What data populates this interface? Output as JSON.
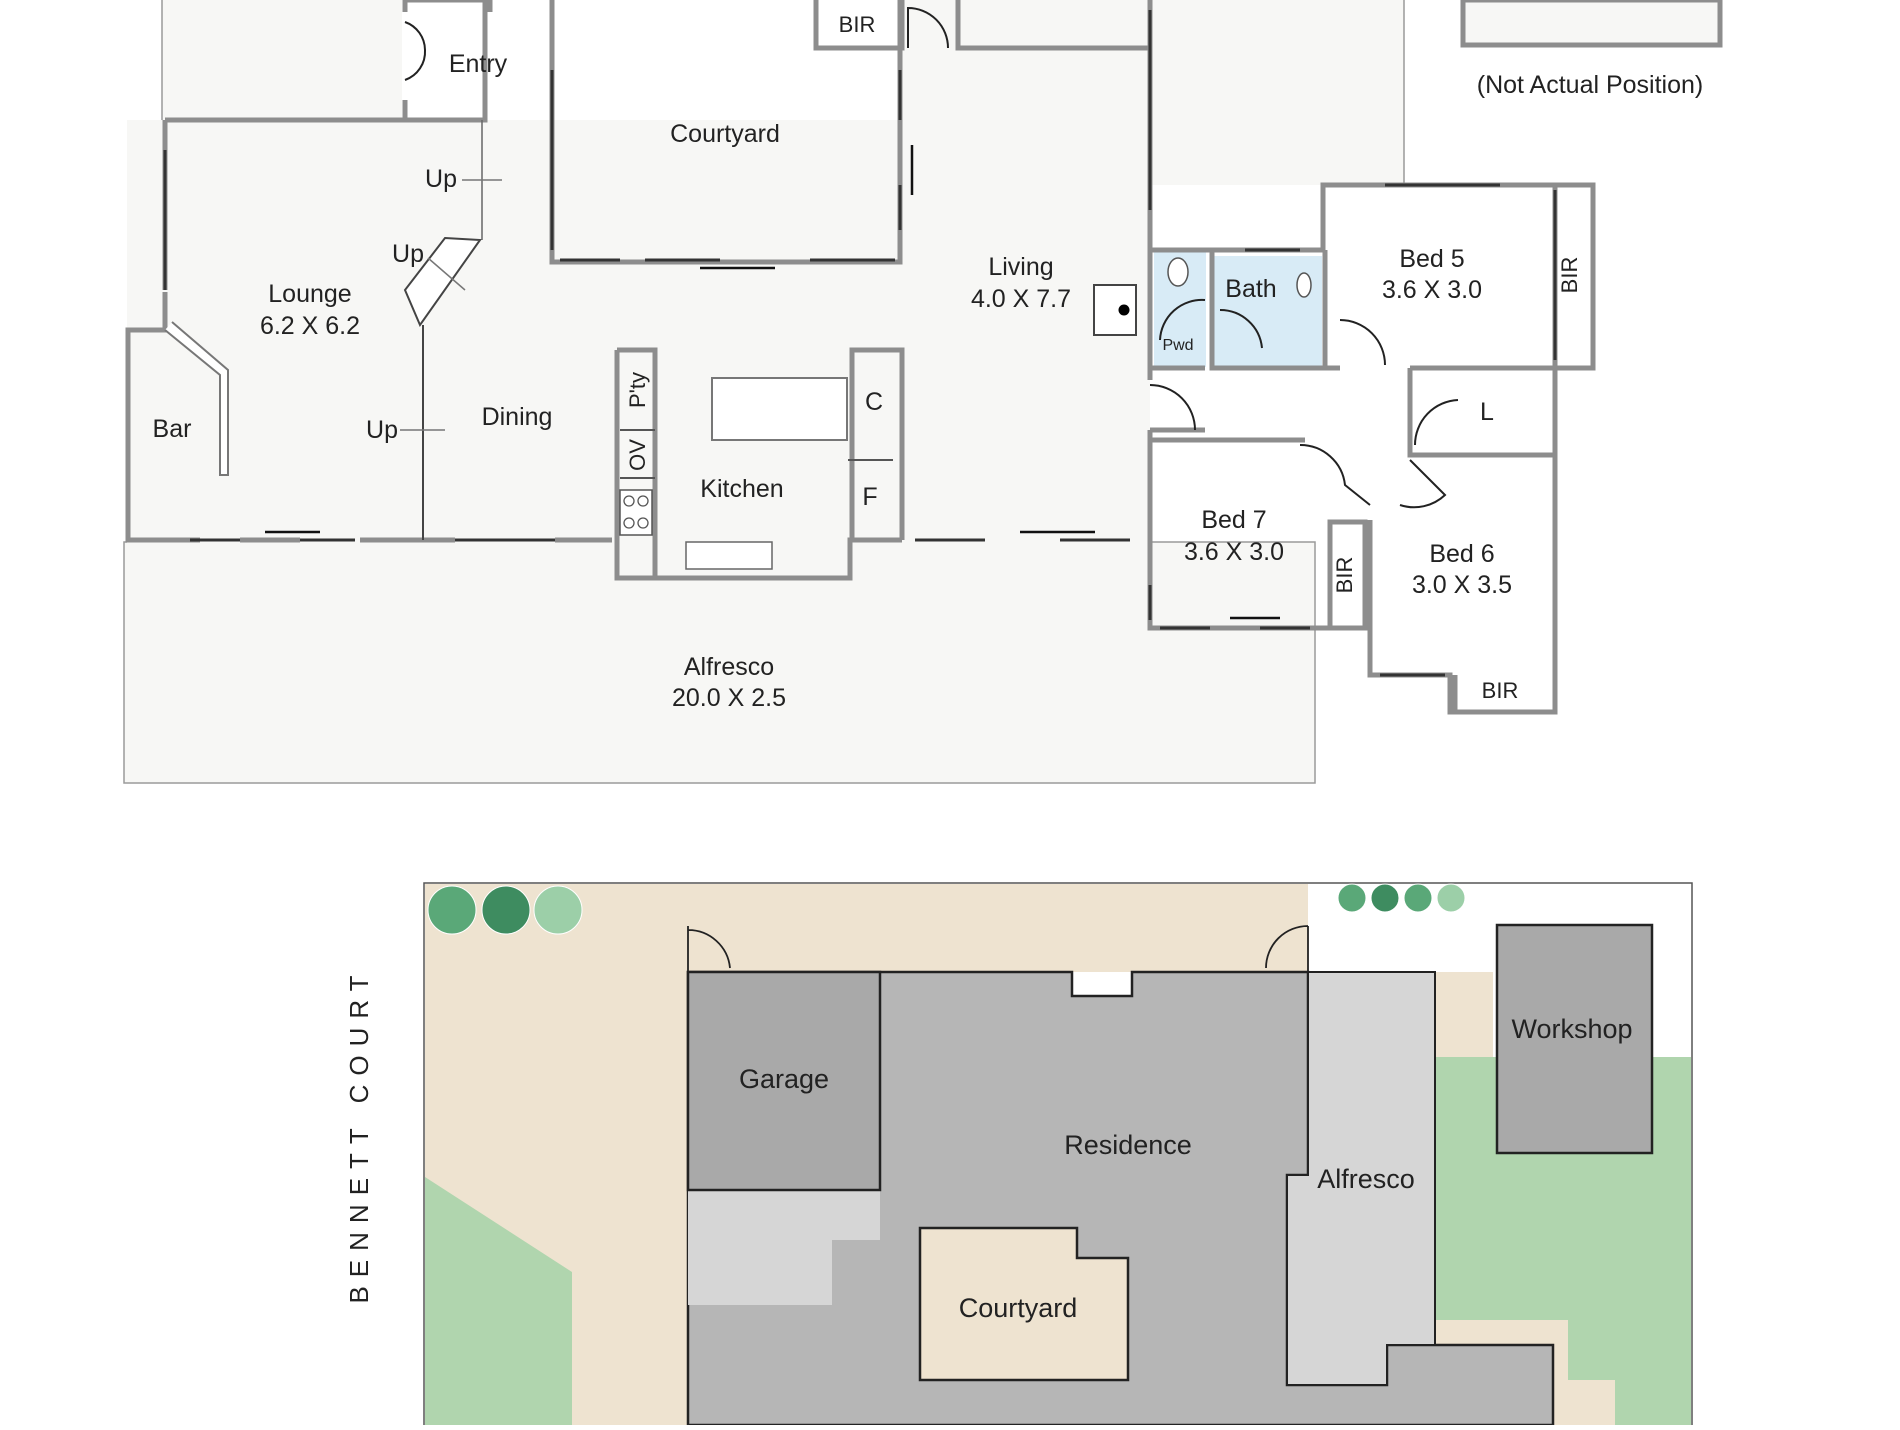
{
  "colors": {
    "wall": "#8d8d8d",
    "floor": "#f7f7f5",
    "residence": "#b6b6b6",
    "garage": "#a9a9a9",
    "driveway": "#d6d6d6",
    "paving": "#eee3d0",
    "lawn": "#b0d5ae",
    "wet_area": "#d8ebf6",
    "tree_dark": "#3e8c60",
    "tree_mid": "#5aa878",
    "tree_light": "#9ccfa8"
  },
  "floor_plan": {
    "rooms": {
      "entry": "Entry",
      "courtyard": "Courtyard",
      "bir_top": "BIR",
      "lounge": "Lounge",
      "lounge_dim": "6.2 X 6.2",
      "bar": "Bar",
      "dining": "Dining",
      "pantry": "P'ty",
      "oven": "OV",
      "kitchen": "Kitchen",
      "cupboard": "C",
      "fridge": "F",
      "living": "Living",
      "living_dim": "4.0 X 7.7",
      "bath": "Bath",
      "powder": "Pwd",
      "bed5": "Bed 5",
      "bed5_dim": "3.6 X 3.0",
      "bir_bed5": "BIR",
      "linen": "L",
      "bed7": "Bed 7",
      "bed7_dim": "3.6 X 3.0",
      "bir_bed7": "BIR",
      "bed6": "Bed 6",
      "bed6_dim": "3.0 X 3.5",
      "bir_bed6": "BIR",
      "alfresco": "Alfresco",
      "alfresco_dim": "20.0 X 2.5"
    },
    "stairs": {
      "up1": "Up",
      "up2": "Up",
      "up3": "Up"
    },
    "note": "(Not Actual Position)"
  },
  "site_plan": {
    "street": "BENNETT COURT",
    "labels": {
      "garage": "Garage",
      "residence": "Residence",
      "alfresco": "Alfresco",
      "courtyard": "Courtyard",
      "workshop": "Workshop"
    }
  }
}
